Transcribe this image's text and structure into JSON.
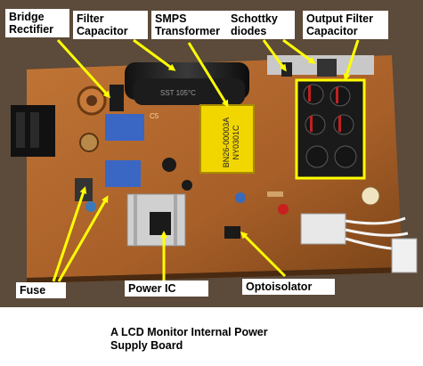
{
  "labels": {
    "bridge_rectifier": "Bridge\nRectifier",
    "filter_capacitor": "Filter\nCapacitor",
    "smps_transformer": "SMPS\nTransformer",
    "schottky_diodes": "Schottky\ndiodes",
    "output_filter_capacitor": "Output Filter\nCapacitor",
    "fuse": "Fuse",
    "power_ic": "Power IC",
    "optoisolator": "Optoisolator"
  },
  "caption": "A LCD Monitor Internal Power\nSupply Board",
  "board_markings": {
    "transformer_code": "BN26-00003A\nNY0301C",
    "silkscreen_c5": "C5"
  },
  "colors": {
    "board": "#b86a2e",
    "board_dark": "#8a4a1c",
    "arrow": "#ffff00",
    "highlight_box": "#ffff00",
    "transformer": "#f2d600",
    "heatsink": "#c8c8c8",
    "filter_blue": "#3a66c4",
    "connector": "#111111"
  }
}
